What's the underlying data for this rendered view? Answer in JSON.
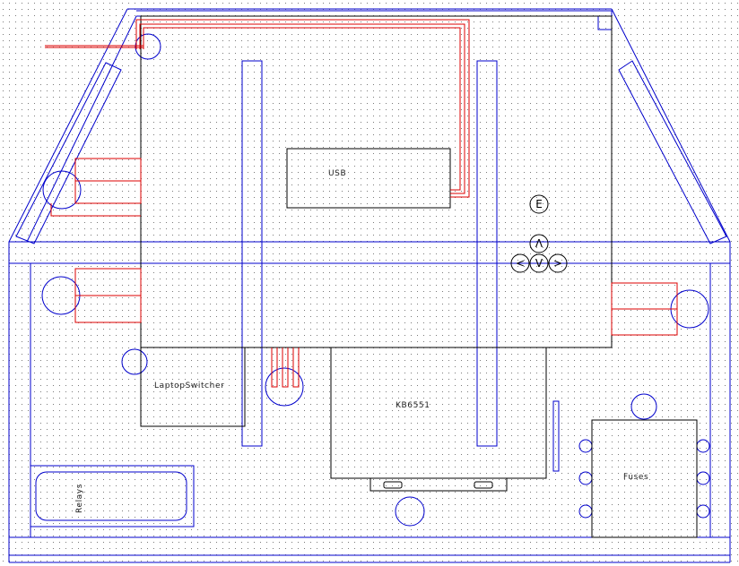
{
  "labels": {
    "usb": "USB",
    "laptop_switcher": "LaptopSwitcher",
    "kb6551": "KB6551",
    "relays": "Relays",
    "fuses": "Fuses"
  },
  "buttons": {
    "e": "E",
    "up": "Λ",
    "left": "<",
    "down": "V",
    "right": ">"
  },
  "colors": {
    "outline": "#0000cc",
    "wire": "#dd0000",
    "board": "#000000",
    "grid_dot": "#7a7a7a",
    "background": "#ffffff"
  }
}
